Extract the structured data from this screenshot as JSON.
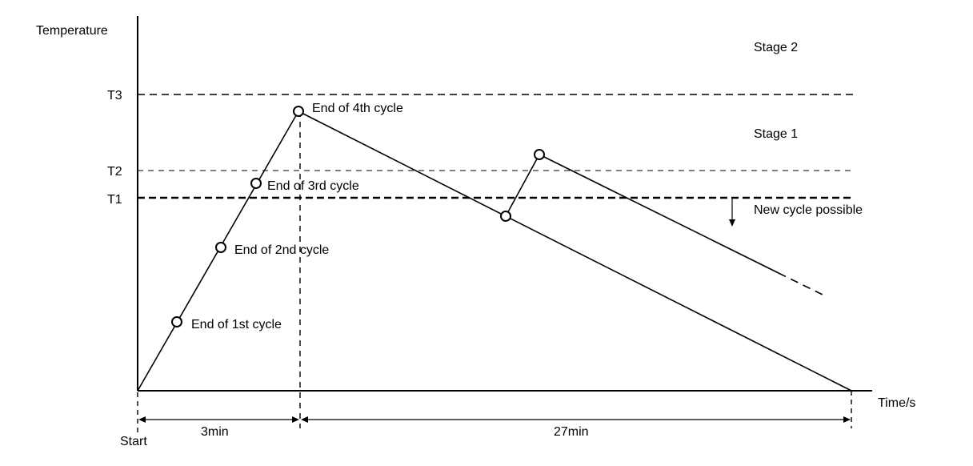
{
  "chart_data": {
    "type": "line",
    "title": "",
    "xlabel": "Time/s",
    "ylabel": "Temperature",
    "levels": [
      {
        "name": "T3",
        "value": 3,
        "style": "dashed"
      },
      {
        "name": "T2",
        "value": 2,
        "style": "dashed-thin"
      },
      {
        "name": "T1",
        "value": 1,
        "style": "dashed-bold"
      }
    ],
    "region_labels": [
      "Stage 2",
      "Stage 1",
      "New cycle possible"
    ],
    "points": [
      {
        "label": "End of 1st cycle"
      },
      {
        "label": "End of 2nd cycle"
      },
      {
        "label": "End of 3rd cycle"
      },
      {
        "label": "End of 4th cycle"
      }
    ],
    "time_markers": {
      "start": "Start",
      "interval_1": "3min",
      "interval_2": "27min"
    },
    "colors": {
      "line": "#000000",
      "background": "#ffffff"
    }
  }
}
